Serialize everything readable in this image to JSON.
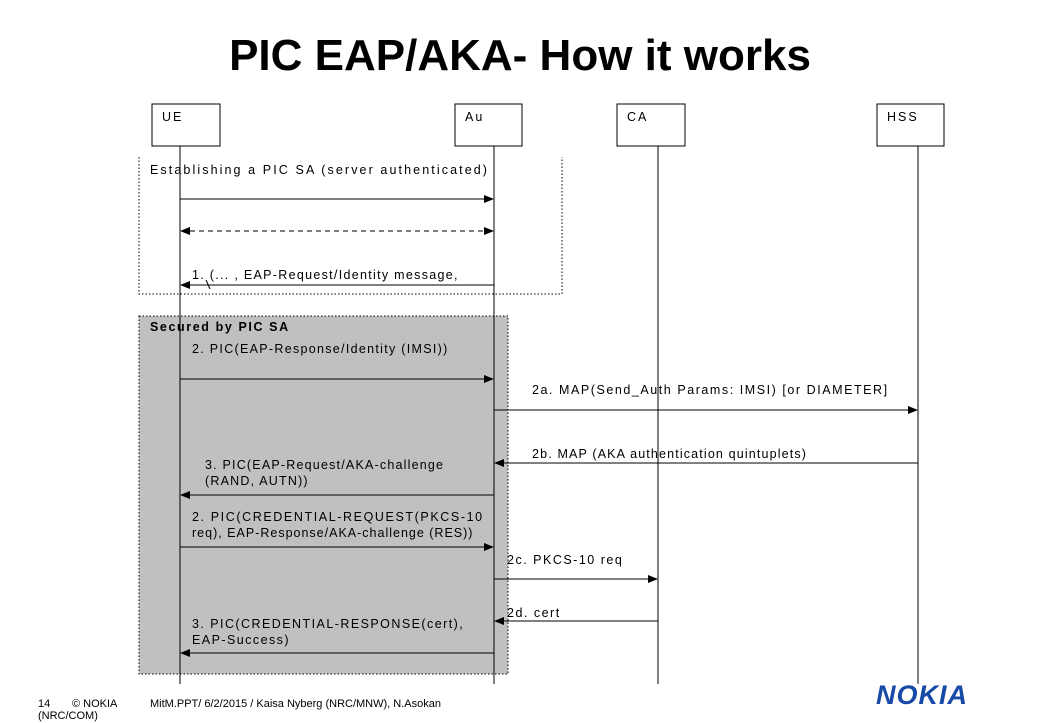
{
  "title": "PIC EAP/AKA- How it works",
  "entities": [
    "UE",
    "Au",
    "CA",
    "HSS"
  ],
  "sections": {
    "establishing": "Establishing a PIC SA (server authenticated)",
    "secured": "Secured by PIC SA"
  },
  "messages": {
    "m1": "1. (... , EAP-Request/Identity message,",
    "m2": "2. PIC(EAP-Response/Identity (IMSI))",
    "m2a": "2a. MAP(Send_Auth Params: IMSI) [or DIAMETER]",
    "m2b": "2b. MAP (AKA authentication quintuplets)",
    "m3_l1": "3. PIC(EAP-Request/AKA-challenge",
    "m3_l2": "(RAND, AUTN))",
    "m2c_req_l1": "2. PIC(CREDENTIAL-REQUEST(PKCS-10",
    "m2c_req_l2": "req), EAP-Response/AKA-challenge (RES))",
    "m2c": "2c. PKCS-10 req",
    "m2d": "2d. cert",
    "m3b_l1": "3. PIC(CREDENTIAL-RESPONSE(cert),",
    "m3b_l2": "EAP-Success)"
  },
  "footer": {
    "page": "14",
    "copyright": "© NOKIA",
    "copyright2": "(NRC/COM)",
    "file": "MitM.PPT/ 6/2/2015 / Kaisa Nyberg (NRC/MNW), N.Asokan"
  },
  "logo": "NOKIA",
  "colors": {
    "secured_fill": "#c0c0c0",
    "logo": "#1749a6"
  }
}
